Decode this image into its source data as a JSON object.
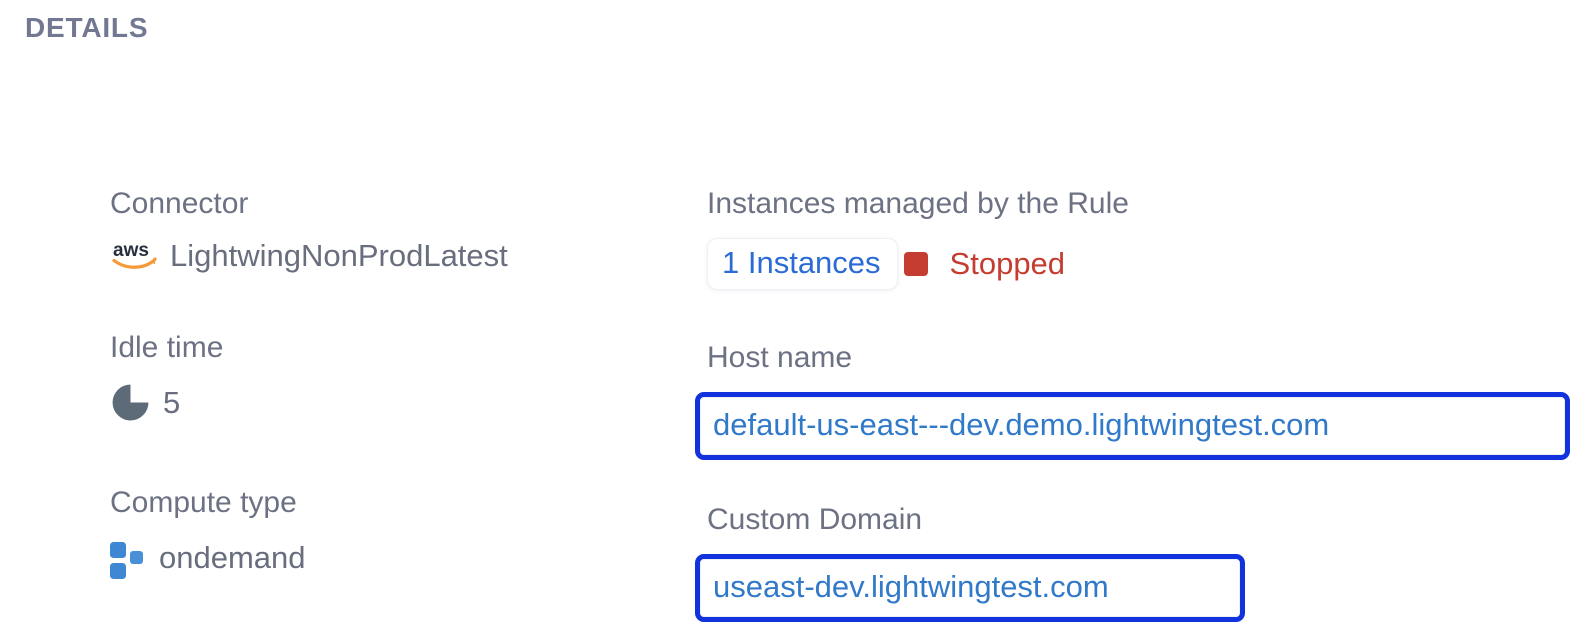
{
  "section_title": "DETAILS",
  "left_column": {
    "connector": {
      "label": "Connector",
      "value": "LightwingNonProdLatest",
      "icon": "aws-icon"
    },
    "idle_time": {
      "label": "Idle time",
      "value": "5",
      "icon": "pie-chart-icon"
    },
    "compute_type": {
      "label": "Compute type",
      "value": "ondemand",
      "icon": "compute-squares-icon"
    }
  },
  "right_column": {
    "instances": {
      "label": "Instances managed by the Rule",
      "count_link": "1 Instances",
      "status": "Stopped",
      "status_icon": "stopped-square-icon"
    },
    "host_name": {
      "label": "Host name",
      "url": "default-us-east---dev.demo.lightwingtest.com"
    },
    "custom_domain": {
      "label": "Custom Domain",
      "url": "useast-dev.lightwingtest.com"
    }
  },
  "colors": {
    "label_gray": "#6c7284",
    "value_gray": "#686e7d",
    "title_gray": "#737892",
    "link_blue": "#2b6bd6",
    "url_blue": "#3179c9",
    "focus_border_blue": "#1132dc",
    "status_red": "#c53d30",
    "aws_orange": "#f59a38",
    "aws_dark": "#252f3e",
    "compute_blue": "#3e87d3",
    "pie_slate": "#5d6a78"
  }
}
